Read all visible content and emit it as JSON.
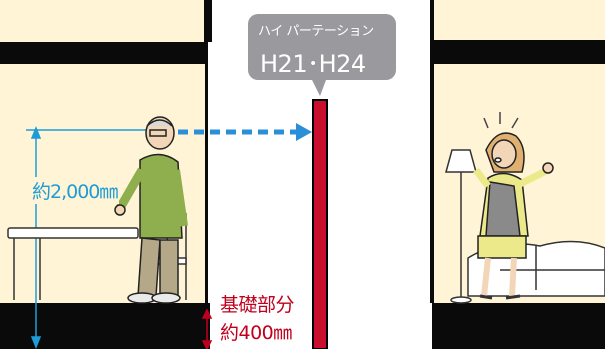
{
  "callout": {
    "subtitle": "ハイ パーテーション",
    "model": "H21･H24"
  },
  "dimension": {
    "eye_height": "約2,000㎜"
  },
  "foundation": {
    "line1": "基礎部分",
    "line2": "約400㎜"
  },
  "colors": {
    "wall": "#fff5d6",
    "floor_slab": "#0a0a0a",
    "partition": "#c8102e",
    "sightline": "#2a8fd8",
    "callout_bg": "#9a9a9e",
    "dimension": "#1e9cd7",
    "foundation_text": "#c0001e"
  }
}
